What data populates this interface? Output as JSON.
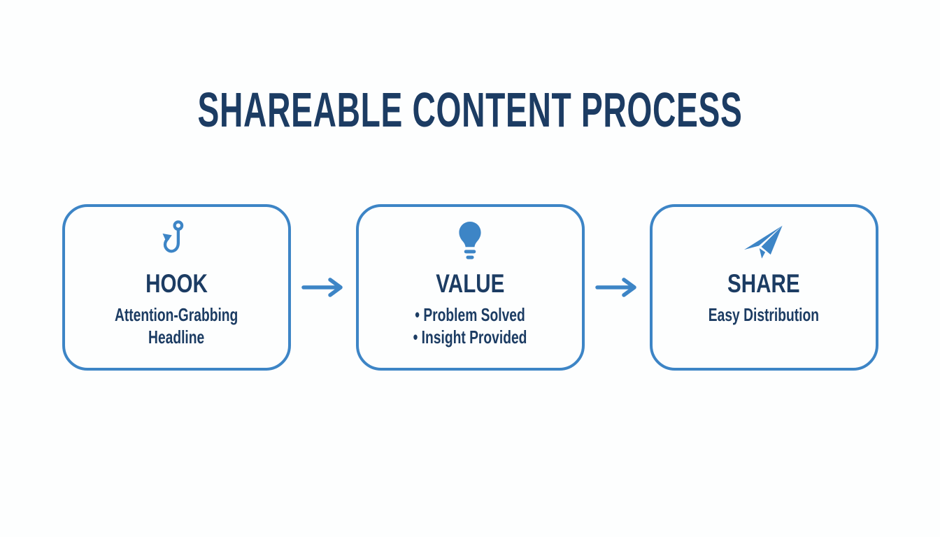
{
  "title": "SHAREABLE CONTENT PROCESS",
  "colors": {
    "accent": "#3d85c6",
    "dark": "#1c3c63",
    "background": "#fdfefe"
  },
  "steps": [
    {
      "icon": "fishing-hook-icon",
      "title": "HOOK",
      "lines": [
        "Attention-Grabbing",
        "Headline"
      ]
    },
    {
      "icon": "lightbulb-icon",
      "title": "VALUE",
      "lines": [
        "• Problem Solved",
        "• Insight Provided"
      ]
    },
    {
      "icon": "paper-plane-icon",
      "title": "SHARE",
      "lines": [
        "Easy Distribution"
      ]
    }
  ],
  "connectors": [
    {
      "icon": "arrow-right-icon"
    },
    {
      "icon": "arrow-right-icon"
    }
  ]
}
